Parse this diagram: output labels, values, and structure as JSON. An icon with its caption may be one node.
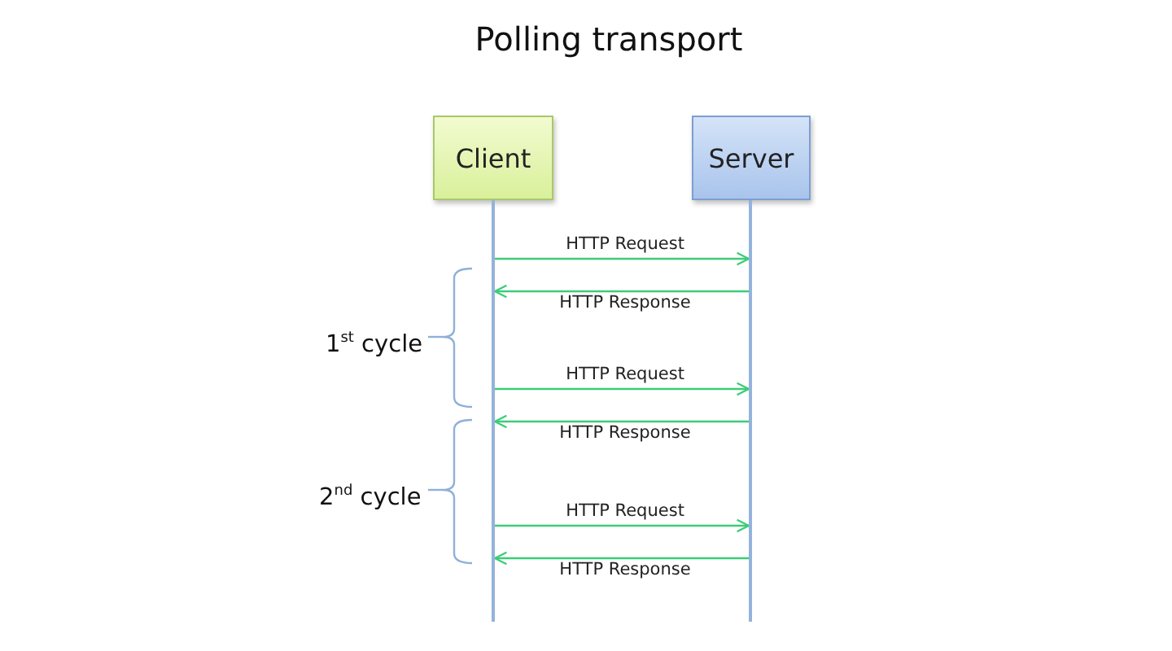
{
  "diagram": {
    "title": "Polling transport",
    "nodes": [
      {
        "text": [
          "Client"
        ]
      },
      {
        "text": [
          "Server"
        ]
      },
      {
        "text": [],
        "shape": "bar"
      },
      {
        "text": [],
        "shape": "bar"
      }
    ],
    "edges": [
      {
        "from": 2,
        "to": 3,
        "arrow": "to",
        "label": "HTTP Request"
      },
      {
        "from": 3,
        "to": 2,
        "arrow": "to",
        "label": "HTTP Response"
      },
      {
        "from": 2,
        "to": 3,
        "arrow": "to",
        "label": "HTTP Request"
      },
      {
        "from": 3,
        "to": 2,
        "arrow": "to",
        "label": "HTTP Response"
      },
      {
        "from": 2,
        "to": 3,
        "arrow": "to",
        "label": "HTTP Request"
      },
      {
        "from": 3,
        "to": 2,
        "arrow": "to",
        "label": "HTTP Response"
      }
    ],
    "labels": [
      "1$^{st}$ cycle",
      "2$^{nd}$ cycle"
    ]
  }
}
